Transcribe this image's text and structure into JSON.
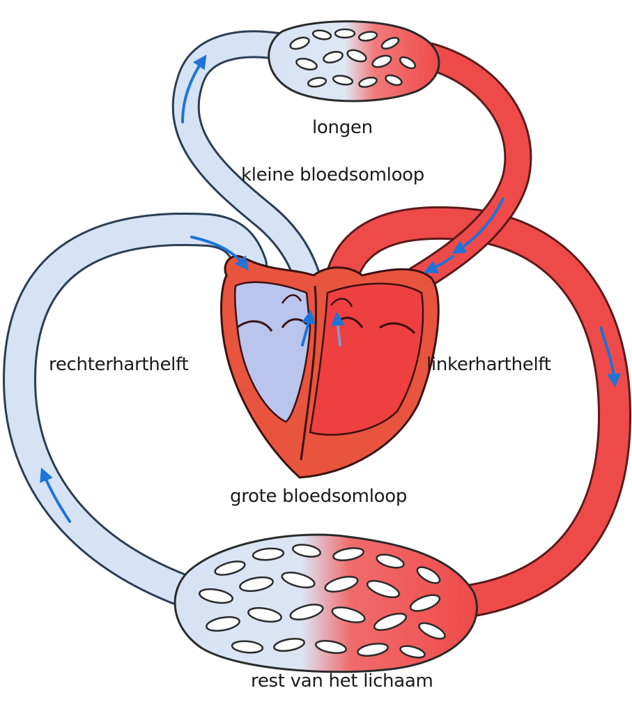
{
  "labels": {
    "lungs": "longen",
    "pulmonary_circulation": "kleine bloedsomloop",
    "right_heart_half": "rechterharthelft",
    "left_heart_half": "linkerharthelft",
    "systemic_circulation": "grote bloedsomloop",
    "rest_of_body": "rest van het lichaam"
  },
  "colors": {
    "oxygen_poor": "#d6e3f4",
    "oxygen_poor_outline": "#2b3d55",
    "oxygen_rich": "#ef4a4a",
    "oxygen_rich_outline": "#5a1a1a",
    "flow_arrow": "#1e73d8",
    "heart_right_chamber": "#b9c5ec",
    "heart_left_chamber": "#ee4040",
    "heart_wall": "#e8543e"
  }
}
